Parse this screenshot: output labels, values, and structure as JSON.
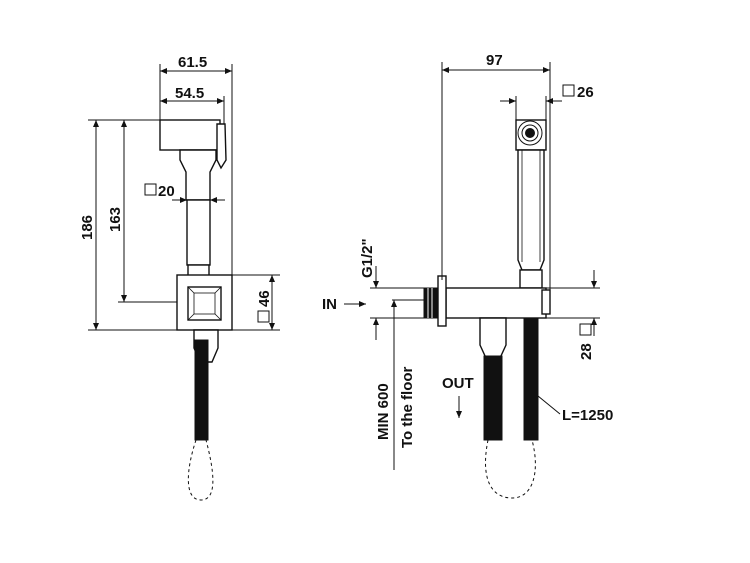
{
  "front_view": {
    "dim_width_outer": "61.5",
    "dim_width_inner": "54.5",
    "dim_handle_square": "20",
    "dim_total_height": "186",
    "dim_handle_height": "163",
    "dim_plate_square": "46"
  },
  "side_view": {
    "dim_depth": "97",
    "dim_head_square": "26",
    "dim_thread": "G1/2\"",
    "label_in": "IN",
    "label_out": "OUT",
    "label_min": "MIN 600",
    "label_floor": "To the floor",
    "dim_body_square": "28",
    "dim_hose_length": "L=1250"
  },
  "colors": {
    "line": "#111111",
    "background": "#ffffff"
  }
}
